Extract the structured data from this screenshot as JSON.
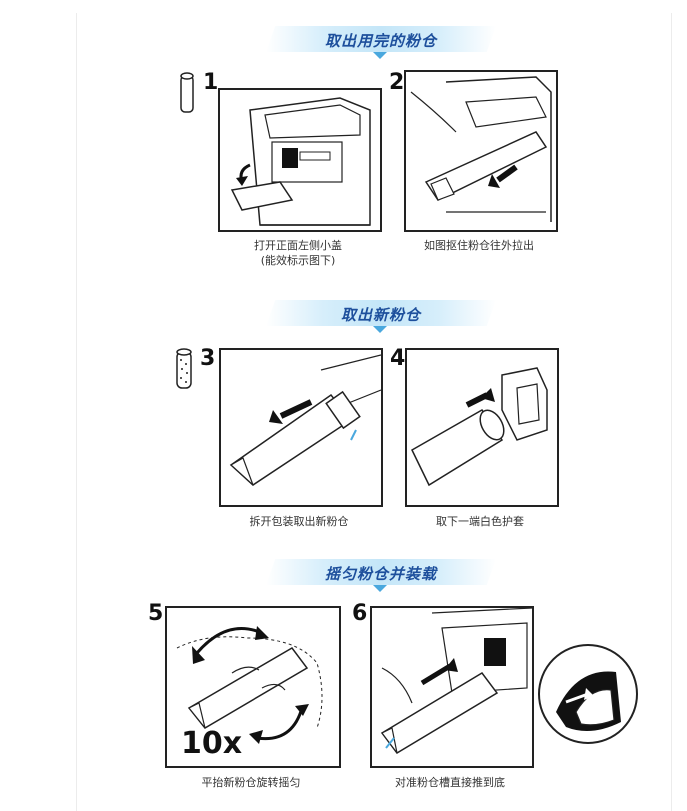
{
  "sections": [
    {
      "title": "取出用完的粉仓"
    },
    {
      "title": "取出新粉仓"
    },
    {
      "title": "摇匀粉仓并装载"
    }
  ],
  "steps": [
    {
      "number": "1",
      "caption_line1": "打开正面左侧小盖",
      "caption_line2": "(能效标示图下)"
    },
    {
      "number": "2",
      "caption_line1": "如图抠住粉仓往外拉出"
    },
    {
      "number": "3",
      "caption_line1": "拆开包装取出新粉仓"
    },
    {
      "number": "4",
      "caption_line1": "取下一端白色护套"
    },
    {
      "number": "5",
      "caption_line1": "平抬新粉仓旋转摇匀",
      "overlay": "10x"
    },
    {
      "number": "6",
      "caption_line1": "对准粉仓槽直接推到底"
    }
  ],
  "colors": {
    "banner_text": "#1d4f9c",
    "banner_light": "#c4e6f8",
    "marker": "#4aa8de"
  }
}
